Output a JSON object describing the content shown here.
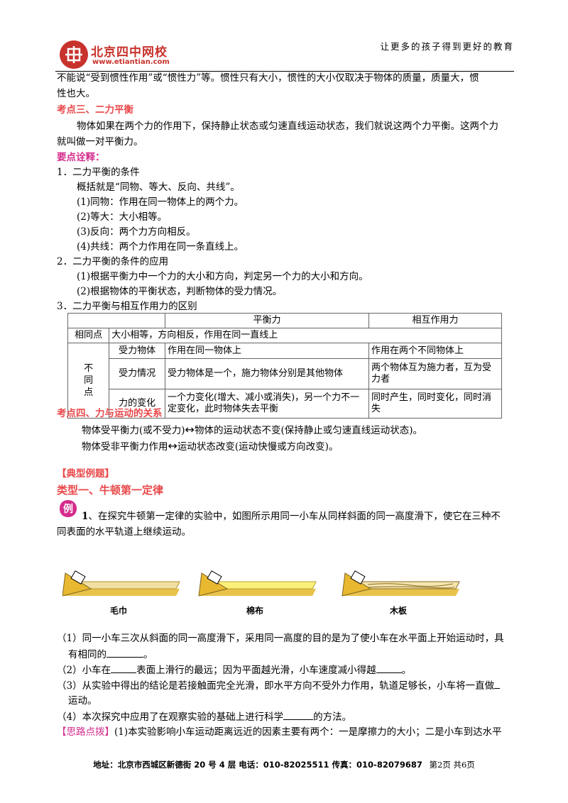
{
  "header": {
    "logo_cn": "北京四中网校",
    "logo_url": "www.etiantian.com",
    "slogan": "让更多的孩子得到更好的教育"
  },
  "content": {
    "p1_l1": "不能说“受到惯性作用”或“惯性力”等。惯性只有大小，惯性的大小仅取决于物体的质量，质量大，惯",
    "p1_l2": "性也大。",
    "kd3_title": "考点三、二力平衡",
    "kd3_l1": "物体如果在两个力的作用下，保持静止状态或匀速直线运动状态，我们就说这两个力平衡。这两个力",
    "kd3_l2": "就叫做一对平衡力。",
    "yd_title": "要点诠释：",
    "i1": "1．二力平衡的条件",
    "i1a": "概括就是“同物、等大、反向、共线”。",
    "i1b": "(1)同物：作用在同一物体上的两个力。",
    "i1c": "(2)等大：大小相等。",
    "i1d": "(3)反向：两个力方向相反。",
    "i1e": "(4)共线：两个力作用在同一条直线上。",
    "i2": "2．二力平衡的条件的应用",
    "i2a": "(1)根据平衡力中一个力的大小和方向，判定另一个力的大小和方向。",
    "i2b": "(2)根据物体的平衡状态，判断物体的受力情况。",
    "i3": "3．二力平衡与相互作用力的区别",
    "kd4_title": "考点四、力与运动的关系",
    "kd4_l1a": "物体受平衡力(或不受力)",
    "kd4_l1b": "物体的运动状态不变(保持静止或匀速直线运动状态)。",
    "kd4_l2a": "物体受非平衡力作用",
    "kd4_l2b": "运动状态改变(运动快慢或方向改变)。",
    "arrow": "↔",
    "typical": "【典型例题】",
    "type1": "类型一、牛顿第一定律",
    "ex_badge": "例",
    "ex_num": "1",
    "ex_l1": "、在探究牛顿第一定律的实验中，如图所示用同一小车从同样斜面的同一高度滑下，使它在三种不",
    "ex_l2": "同表面的水平轨道上继续运动。",
    "fig_labels": [
      "毛巾",
      "棉布",
      "木板"
    ],
    "q1_l1": "（1）同一小车三次从斜面的同一高度滑下，采用同一高度的目的是为了使小车在水平面上开始运动时，具",
    "q1_l2": "有相同的",
    "q1_end": "。",
    "q2_a": "（2）小车在",
    "q2_b": "表面上滑行的最远；因为平面越光滑，小车速度减小得越",
    "q2_end": "。",
    "q3_l1": "（3）从实验中得出的结论是若接触面完全光滑，即水平方向不受外力作用，轨道足够长，小车将一直做",
    "q3_l2": "运动。",
    "q4_a": "（4）本次探究中应用了在观察实验的基础上进行科学",
    "q4_b": "的方法。",
    "hint_tag": "【思路点拨】",
    "hint_text": "(1)本实验影响小车运动距离远近的因素主要有两个：一是摩擦力的大小；二是小车到达水平"
  },
  "table": {
    "h1": "平衡力",
    "h2": "相互作用力",
    "same_label": "相同点",
    "same_text": "大小相等，方向相反，作用在同一直线上",
    "diff_label": "不同点",
    "rows": [
      {
        "k": "受力物体",
        "a": "作用在同一物体上",
        "b": "作用在两个不同物体上"
      },
      {
        "k": "受力情况",
        "a": "受力物体是一个，施力物体分别是其他物体",
        "b": "两个物体互为施力者，互为受力者"
      },
      {
        "k": "力的变化",
        "a": "一个力变化(增大、减小或消失)，另一个力不一定变化，此时物体失去平衡",
        "b": "同时产生，同时变化，同时消失"
      }
    ]
  },
  "footer": {
    "address": "地址：北京市西城区新德街 20 号 4 层  电话：010-82025511  传真：010-82079687",
    "page": "第2页  共6页"
  },
  "colors": {
    "red": "#e8484a",
    "magenta": "#d42c8c",
    "logo": "#c8322c"
  }
}
